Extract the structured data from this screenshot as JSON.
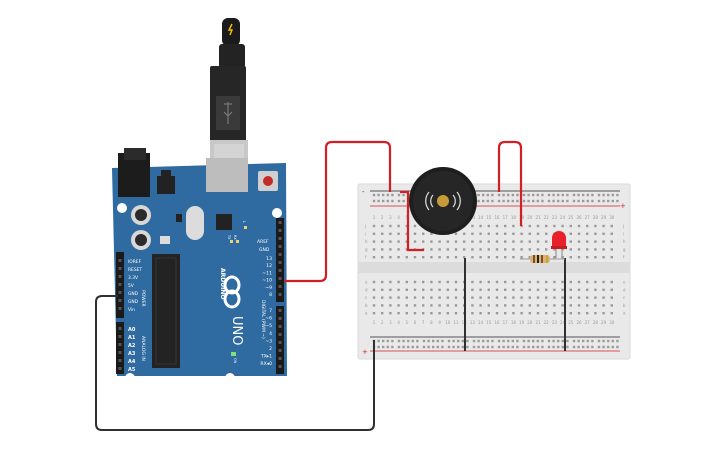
{
  "board": {
    "name": "ARDUINO",
    "model": "UNO",
    "pin_aref": "AREF",
    "pin_gnd": "GND",
    "digital_pins": [
      "13",
      "12",
      "~11",
      "~10",
      "~9",
      "8",
      "7",
      "~6",
      "~5",
      "4",
      "~3",
      "2",
      "TX▸1",
      "RX◂0"
    ],
    "digital_label": "DIGITAL (PWM ~)",
    "power_pins": [
      "IOREF",
      "RESET",
      "3.3V",
      "5V",
      "GND",
      "GND",
      "Vin"
    ],
    "power_label": "POWER",
    "analog_pins": [
      "A0",
      "A1",
      "A2",
      "A3",
      "A4",
      "A5"
    ],
    "analog_label": "ANALOG IN",
    "led_l": "L",
    "led_tx": "TX",
    "led_rx": "RX",
    "led_on": "ON"
  },
  "breadboard": {
    "row_letters_top": [
      "j",
      "i",
      "h",
      "g",
      "f"
    ],
    "row_letters_bottom": [
      "e",
      "d",
      "c",
      "b",
      "a"
    ],
    "column_numbers": [
      "1",
      "2",
      "3",
      "4",
      "5",
      "6",
      "7",
      "8",
      "9",
      "10",
      "11",
      "12",
      "13",
      "14",
      "15",
      "16",
      "17",
      "18",
      "19",
      "20",
      "21",
      "22",
      "23",
      "24",
      "25",
      "26",
      "27",
      "28",
      "29",
      "30"
    ],
    "plus_sign": "+",
    "minus_sign": "-"
  },
  "colors": {
    "board": "#2f6aa0",
    "wire_red": "#d21f26",
    "wire_black": "#303030",
    "breadboard": "#e9e9e9",
    "led": "#e8202a",
    "buzzer": "#1e1e1e"
  },
  "icons": [
    "usb-plug-icon",
    "power-jack-icon",
    "reset-button-icon",
    "buzzer-icon",
    "led-icon",
    "resistor-icon"
  ]
}
